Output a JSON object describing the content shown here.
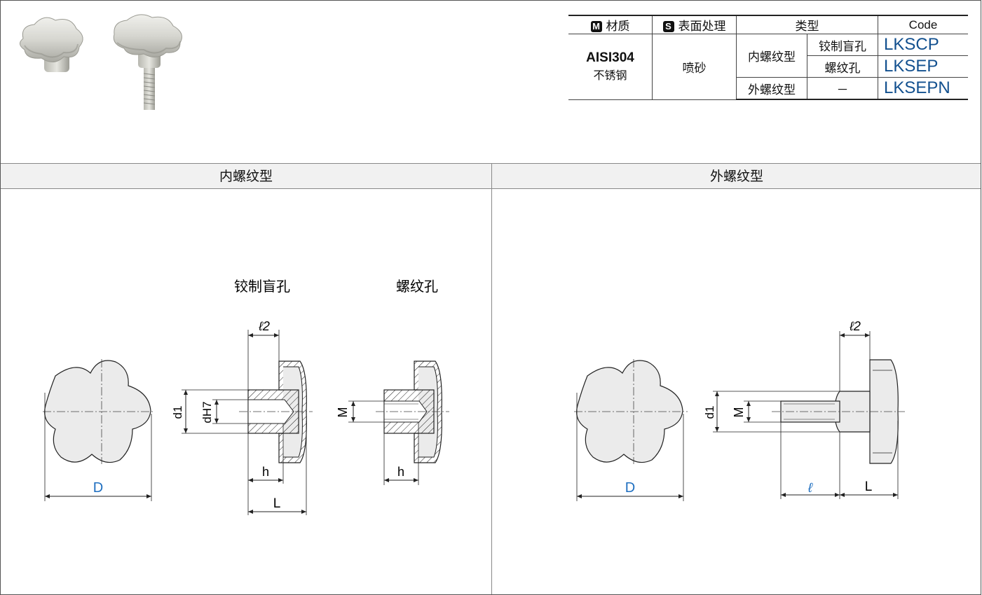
{
  "table": {
    "header": {
      "material_badge": "M",
      "material": "材质",
      "surface_badge": "S",
      "surface": "表面处理",
      "type": "类型",
      "code": "Code"
    },
    "material_name": "AISI304",
    "material_sub": "不锈钢",
    "surface_value": "喷砂",
    "rows": [
      {
        "type": "内螺纹型",
        "subtype": "铰制盲孔",
        "code": "LKSCP"
      },
      {
        "type": "",
        "subtype": "螺纹孔",
        "code": "LKSEP"
      },
      {
        "type": "外螺纹型",
        "subtype": "－",
        "code": "LKSEPN"
      }
    ]
  },
  "sections": {
    "left_title": "内螺纹型",
    "right_title": "外螺纹型"
  },
  "left_drawing": {
    "label_reamed": "铰制盲孔",
    "label_threaded": "螺纹孔",
    "dim_D": "D",
    "dim_d1": "d1",
    "dim_dH7": "dH7",
    "dim_l2": "ℓ2",
    "dim_h": "h",
    "dim_L": "L",
    "dim_M": "M"
  },
  "right_drawing": {
    "dim_D": "D",
    "dim_d1": "d1",
    "dim_M": "M",
    "dim_l2": "ℓ2",
    "dim_l": "ℓ",
    "dim_L": "L"
  },
  "colors": {
    "accent_blue": "#12508f",
    "dim_blue": "#1f6fc0",
    "part_fill": "#ebebeb"
  }
}
